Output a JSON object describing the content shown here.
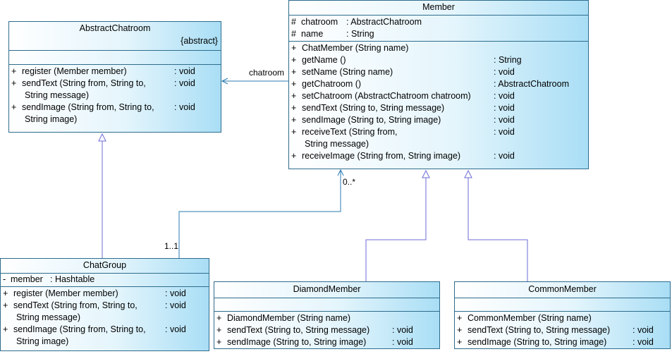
{
  "classes": {
    "abstract_chatroom": {
      "name": "AbstractChatroom",
      "stereotype": "{abstract}",
      "operations": [
        {
          "vis": "+",
          "sig": "register (Member member)",
          "ret": ": void",
          "cont": ""
        },
        {
          "vis": "+",
          "sig": "sendText (String from, String to,",
          "ret": ": void",
          "cont": "String message)"
        },
        {
          "vis": "+",
          "sig": "sendImage (String from, String to,",
          "ret": ": void",
          "cont": "String image)"
        }
      ]
    },
    "member": {
      "name": "Member",
      "attributes": [
        {
          "vis": "#",
          "sig": "chatroom",
          "ret": ": AbstractChatroom"
        },
        {
          "vis": "#",
          "sig": "name",
          "ret": ": String"
        }
      ],
      "operations": [
        {
          "vis": "+",
          "sig": "ChatMember (String name)",
          "ret": ""
        },
        {
          "vis": "+",
          "sig": "getName ()",
          "ret": ": String"
        },
        {
          "vis": "+",
          "sig": "setName (String name)",
          "ret": ": void"
        },
        {
          "vis": "+",
          "sig": "getChatroom ()",
          "ret": ": AbstractChatroom"
        },
        {
          "vis": "+",
          "sig": "setChatroom (AbstractChatroom chatroom)",
          "ret": ": void"
        },
        {
          "vis": "+",
          "sig": "sendText (String to, String message)",
          "ret": ": void"
        },
        {
          "vis": "+",
          "sig": "sendImage (String to, String image)",
          "ret": ": void"
        },
        {
          "vis": "+",
          "sig": "receiveText (String from,",
          "ret": ": void",
          "cont": "String message)"
        },
        {
          "vis": "+",
          "sig": "receiveImage (String from, String image)",
          "ret": ": void"
        }
      ]
    },
    "chat_group": {
      "name": "ChatGroup",
      "attributes": [
        {
          "vis": "-",
          "sig": "member",
          "ret": ": Hashtable"
        }
      ],
      "operations": [
        {
          "vis": "+",
          "sig": "register (Member member)",
          "ret": ": void",
          "cont": ""
        },
        {
          "vis": "+",
          "sig": "sendText (String from, String to,",
          "ret": ": void",
          "cont": "String message)"
        },
        {
          "vis": "+",
          "sig": "sendImage (String from, String to,",
          "ret": ": void",
          "cont": "String image)"
        }
      ]
    },
    "diamond_member": {
      "name": "DiamondMember",
      "operations": [
        {
          "vis": "+",
          "sig": "DiamondMember (String name)",
          "ret": ""
        },
        {
          "vis": "+",
          "sig": "sendText (String to, String message)",
          "ret": ": void"
        },
        {
          "vis": "+",
          "sig": "sendImage (String to, String image)",
          "ret": ": void"
        }
      ]
    },
    "common_member": {
      "name": "CommonMember",
      "operations": [
        {
          "vis": "+",
          "sig": "CommonMember (String name)",
          "ret": ""
        },
        {
          "vis": "+",
          "sig": "sendText (String to, String message)",
          "ret": ": void"
        },
        {
          "vis": "+",
          "sig": "sendImage (String to, String image)",
          "ret": ": void"
        }
      ]
    }
  },
  "relations": {
    "chatroom_role": "chatroom",
    "mult_member_end": "0..*",
    "mult_group_end": "1..1"
  },
  "colors": {
    "association": "#2a7bb0",
    "generalization": "#6b6bd6",
    "class_border": "#2e6c8c"
  }
}
